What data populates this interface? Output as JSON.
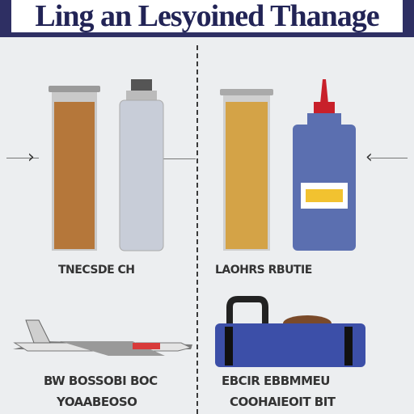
{
  "header": {
    "title": "Ling an Lesyoined Thanage"
  },
  "top_left": {
    "caption": "TNECSDE CH"
  },
  "top_right": {
    "caption": "LAOHRS RBUTIE"
  },
  "bottom_left": {
    "caption_line1": "BW BOSSOBI BOC",
    "caption_line2": "YOAABEOSO"
  },
  "bottom_right": {
    "caption_line1": "EBCIR EBBMMEU",
    "caption_line2": "COOHAIEOIT BIT"
  },
  "colors": {
    "banner": "#2e2f63",
    "amber": "#b5773a",
    "gold": "#d4a347",
    "blue_bottle": "#5b6fb0",
    "red_cap": "#c8202a",
    "suitcase": "#3c4fa8"
  }
}
